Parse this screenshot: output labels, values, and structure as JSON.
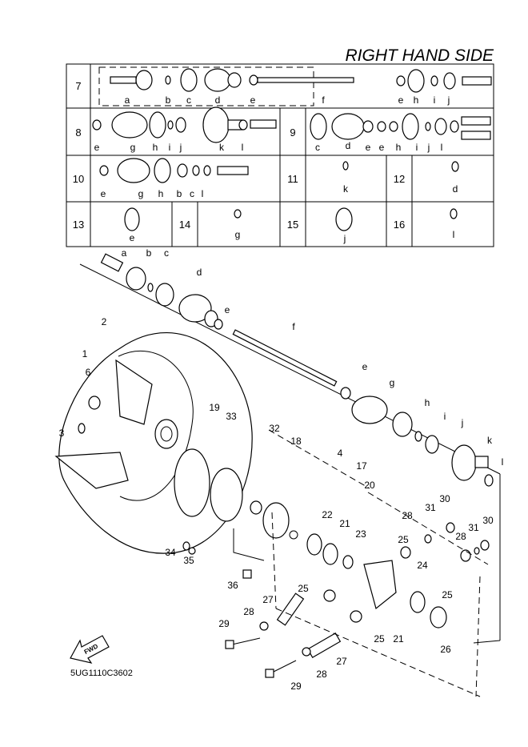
{
  "title": "RIGHT HAND SIDE",
  "code": "5UG1110C3602",
  "fwd": "FWD",
  "table": {
    "r7": {
      "num": "7",
      "letters": [
        "a",
        "b",
        "c",
        "d",
        "e",
        "f",
        "e",
        "h",
        "i",
        "j"
      ]
    },
    "r8": {
      "num": "8",
      "letters": [
        "e",
        "g",
        "h",
        "i",
        "j",
        "k",
        "l"
      ]
    },
    "r9": {
      "num": "9",
      "letters": [
        "c",
        "d",
        "e",
        "e",
        "h",
        "i",
        "j",
        "l"
      ]
    },
    "r10": {
      "num": "10",
      "letters": [
        "e",
        "g",
        "h",
        "b",
        "c",
        "l"
      ]
    },
    "r11": {
      "num": "11",
      "letters": [
        "k"
      ]
    },
    "r12": {
      "num": "12",
      "letters": [
        "d"
      ]
    },
    "r13": {
      "num": "13",
      "letters": [
        "e"
      ]
    },
    "r14": {
      "num": "14",
      "letters": [
        "g"
      ]
    },
    "r15": {
      "num": "15",
      "letters": [
        "j"
      ]
    },
    "r16": {
      "num": "16",
      "letters": [
        "l"
      ]
    }
  },
  "shaft_letters": [
    "a",
    "b",
    "c",
    "d",
    "e",
    "f",
    "e",
    "g",
    "h",
    "i",
    "j",
    "k",
    "l"
  ],
  "callouts": [
    "2",
    "1",
    "6",
    "3",
    "19",
    "33",
    "32",
    "18",
    "4",
    "17",
    "20",
    "22",
    "21",
    "23",
    "28",
    "31",
    "30",
    "25",
    "30",
    "31",
    "28",
    "24",
    "25",
    "34",
    "35",
    "36",
    "25",
    "27",
    "28",
    "29",
    "25",
    "21",
    "26",
    "27",
    "28",
    "29"
  ]
}
